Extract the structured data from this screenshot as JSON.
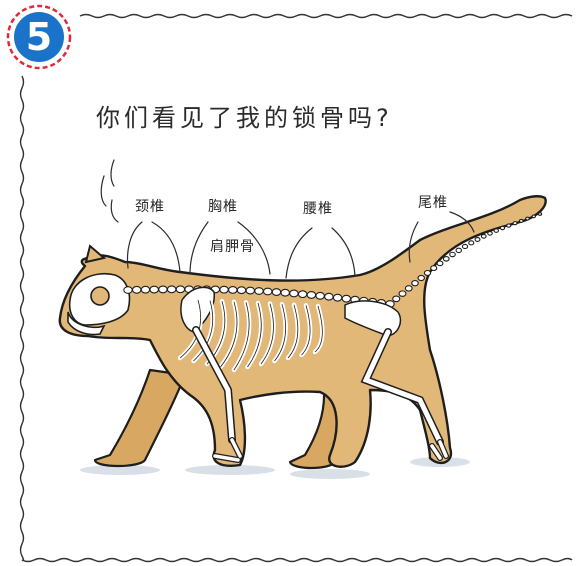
{
  "badge": {
    "number": "5",
    "color": "#1a73c8",
    "ring_color": "#e0293a"
  },
  "question": "你们看见了我的锁骨吗?",
  "labels": {
    "neck": "颈椎",
    "chest": "胸椎",
    "scapula": "肩胛骨",
    "lumbar": "腰椎",
    "tail": "尾椎"
  },
  "colors": {
    "cat_fill": "#e2b878",
    "cat_outline": "#1e1e1e",
    "bone": "#ffffff",
    "frame": "#333333",
    "shadow": "#b9c6d4"
  }
}
